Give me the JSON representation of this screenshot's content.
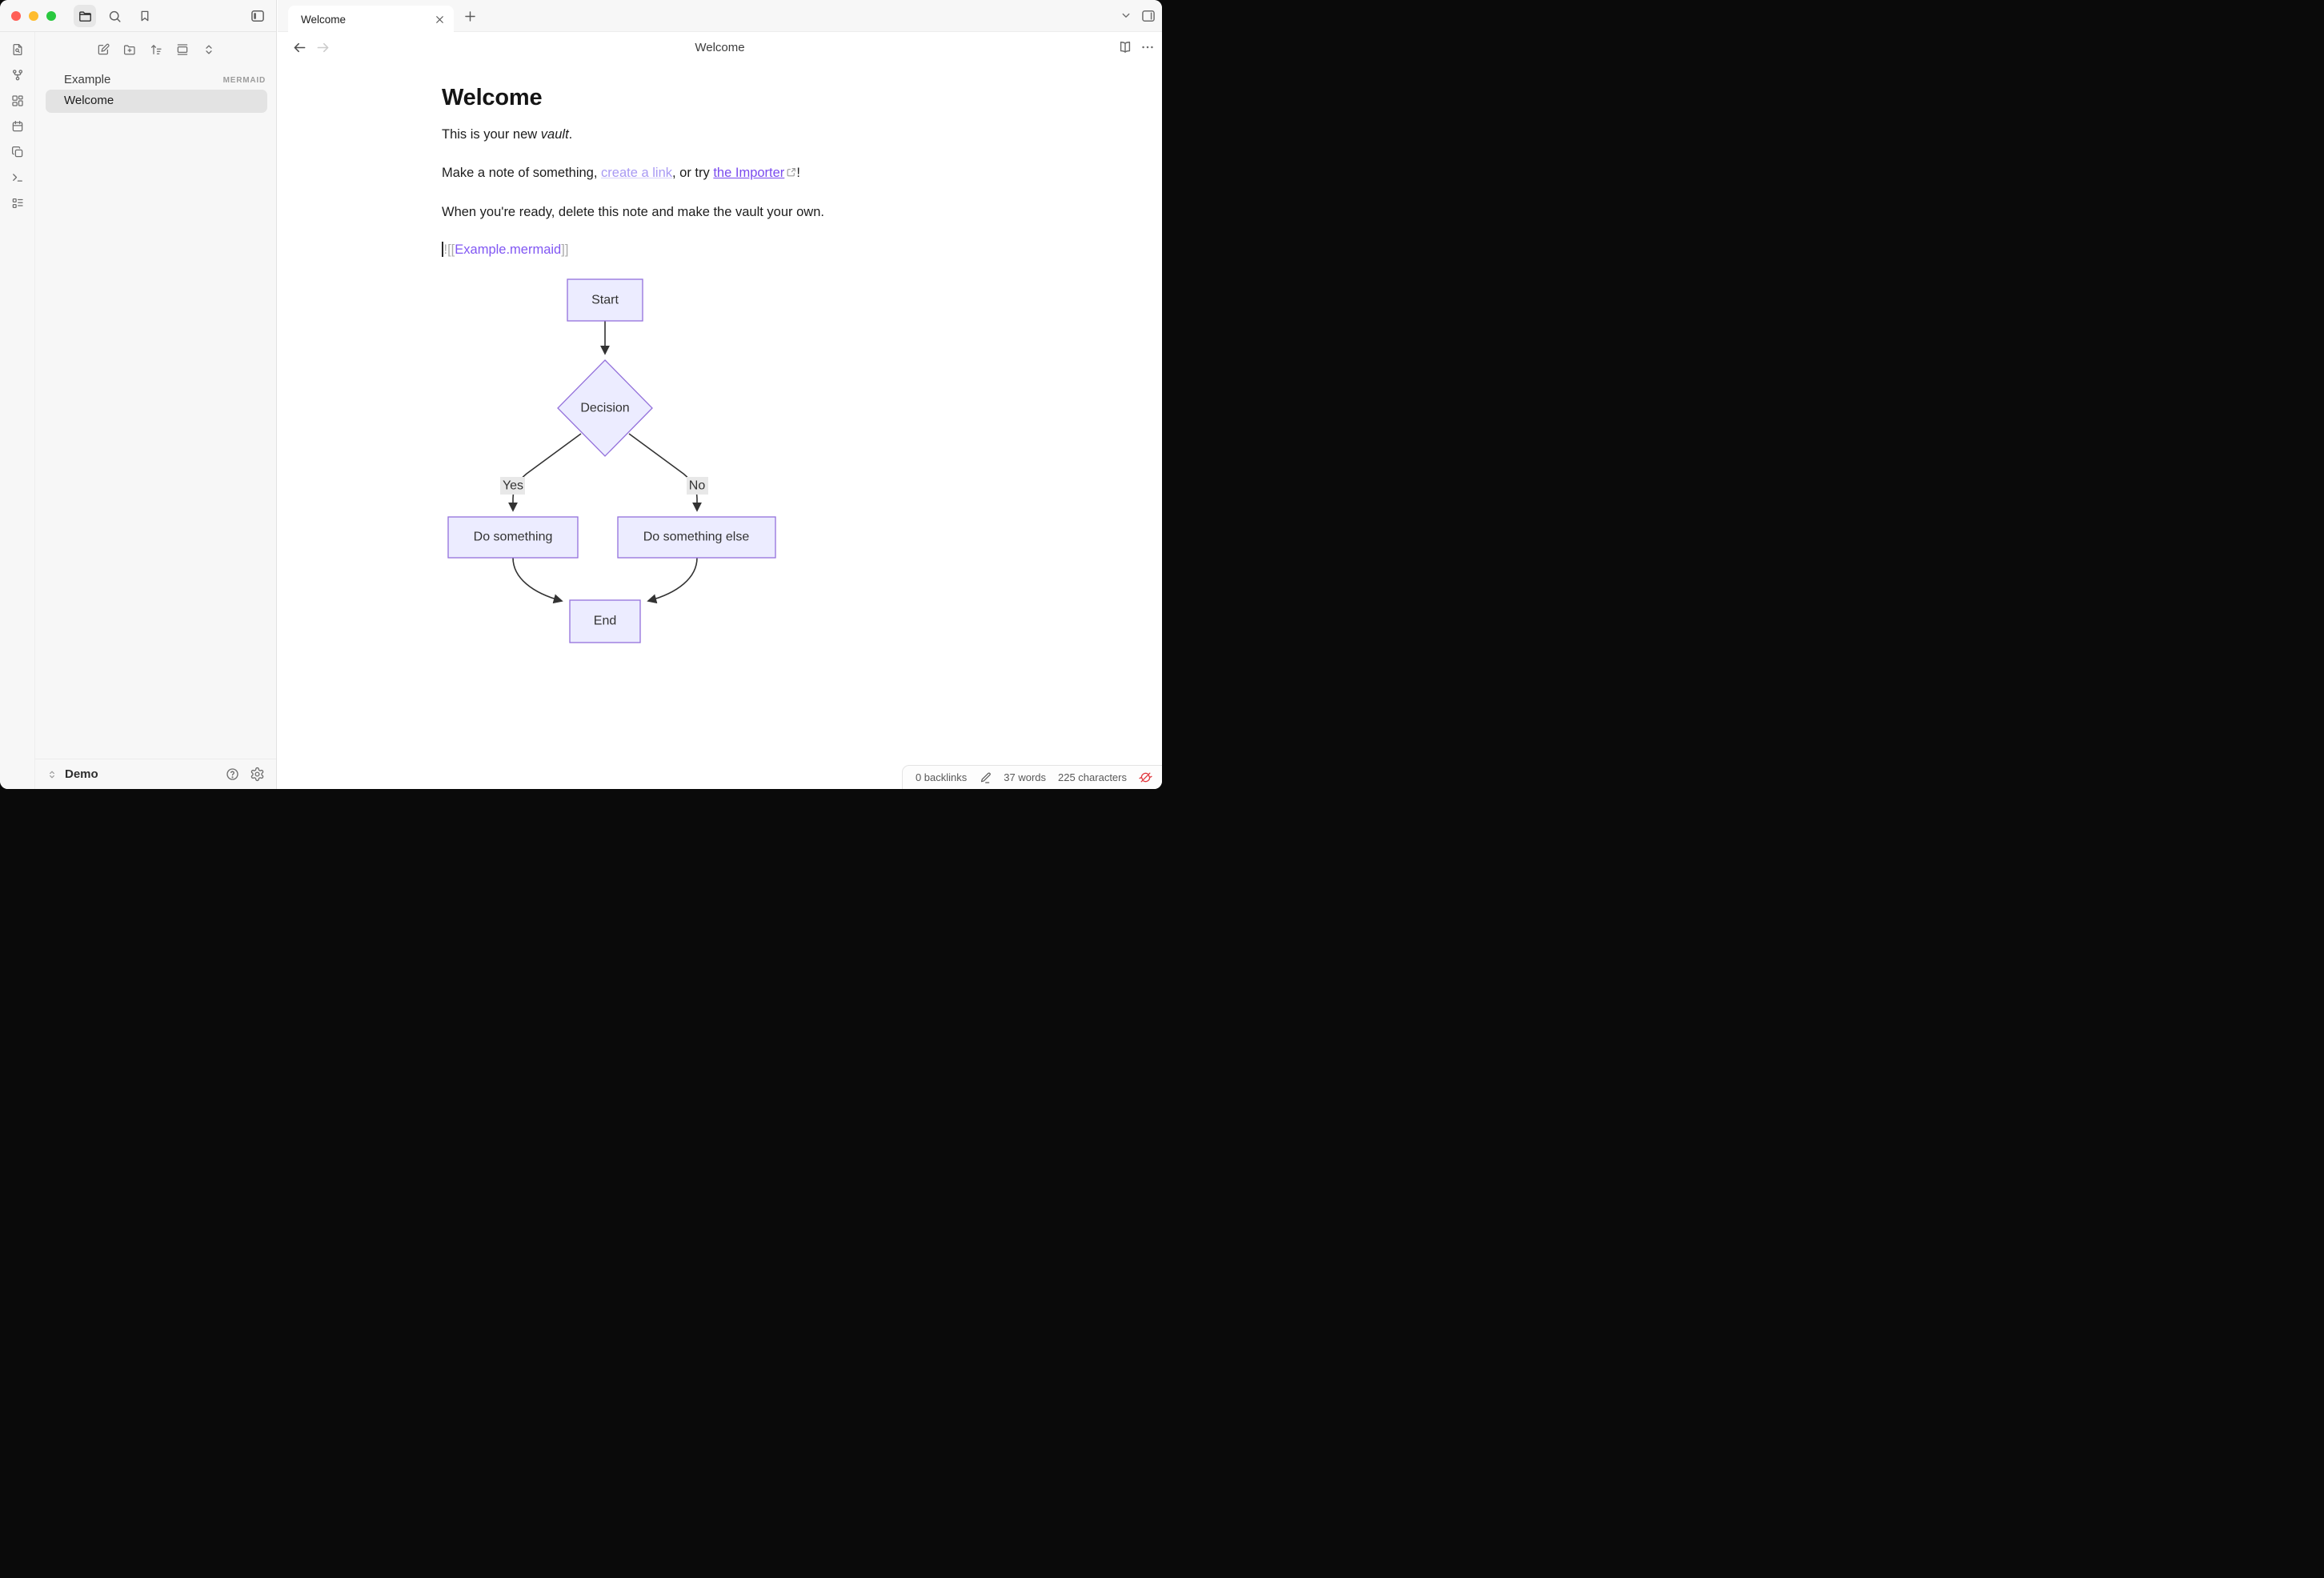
{
  "titlebar": {
    "tab_title": "Welcome"
  },
  "sidebar": {
    "file": {
      "name": "Example",
      "badge": "MERMAID"
    },
    "active_item": "Welcome",
    "vault_name": "Demo"
  },
  "header": {
    "title": "Welcome"
  },
  "note": {
    "heading": "Welcome",
    "p1": {
      "before": "This is your new ",
      "italic": "vault",
      "after": "."
    },
    "p2": {
      "before": "Make a note of something, ",
      "link1": "create a link",
      "middle": ", or try ",
      "link2": "the Importer",
      "after": "!"
    },
    "p3": "When you're ready, delete this note and make the vault your own.",
    "embed": {
      "open": "![[",
      "target": "Example.mermaid",
      "close": "]]"
    }
  },
  "diagram": {
    "type": "flowchart",
    "nodes": {
      "start": "Start",
      "decision": "Decision",
      "yes_branch": "Do something",
      "no_branch": "Do something else",
      "end": "End"
    },
    "edge_labels": {
      "yes": "Yes",
      "no": "No"
    },
    "edges": [
      [
        "Start",
        "Decision",
        ""
      ],
      [
        "Decision",
        "Do something",
        "Yes"
      ],
      [
        "Decision",
        "Do something else",
        "No"
      ],
      [
        "Do something",
        "End",
        ""
      ],
      [
        "Do something else",
        "End",
        ""
      ]
    ],
    "colors": {
      "node_fill": "#ECECFF",
      "node_border": "#9370DB",
      "edge": "#333333",
      "label_bg": "#e8e8e8"
    }
  },
  "statusbar": {
    "backlinks": "0 backlinks",
    "words": "37 words",
    "characters": "225 characters"
  },
  "colors": {
    "accent": "#7a4bee",
    "unresolved_link": "#a99af3",
    "embed_link": "#8157f3",
    "sync_error": "#e1383e"
  }
}
